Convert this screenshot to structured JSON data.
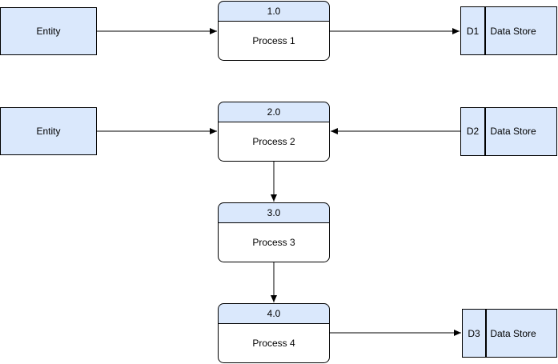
{
  "entities": [
    {
      "label": "Entity"
    },
    {
      "label": "Entity"
    }
  ],
  "processes": [
    {
      "number": "1.0",
      "label": "Process 1"
    },
    {
      "number": "2.0",
      "label": "Process 2"
    },
    {
      "number": "3.0",
      "label": "Process 3"
    },
    {
      "number": "4.0",
      "label": "Process 4"
    }
  ],
  "data_stores": [
    {
      "id": "D1",
      "label": "Data Store"
    },
    {
      "id": "D2",
      "label": "Data Store"
    },
    {
      "id": "D3",
      "label": "Data Store"
    }
  ],
  "colors": {
    "fill": "#dae8fc",
    "stroke": "#000000"
  }
}
